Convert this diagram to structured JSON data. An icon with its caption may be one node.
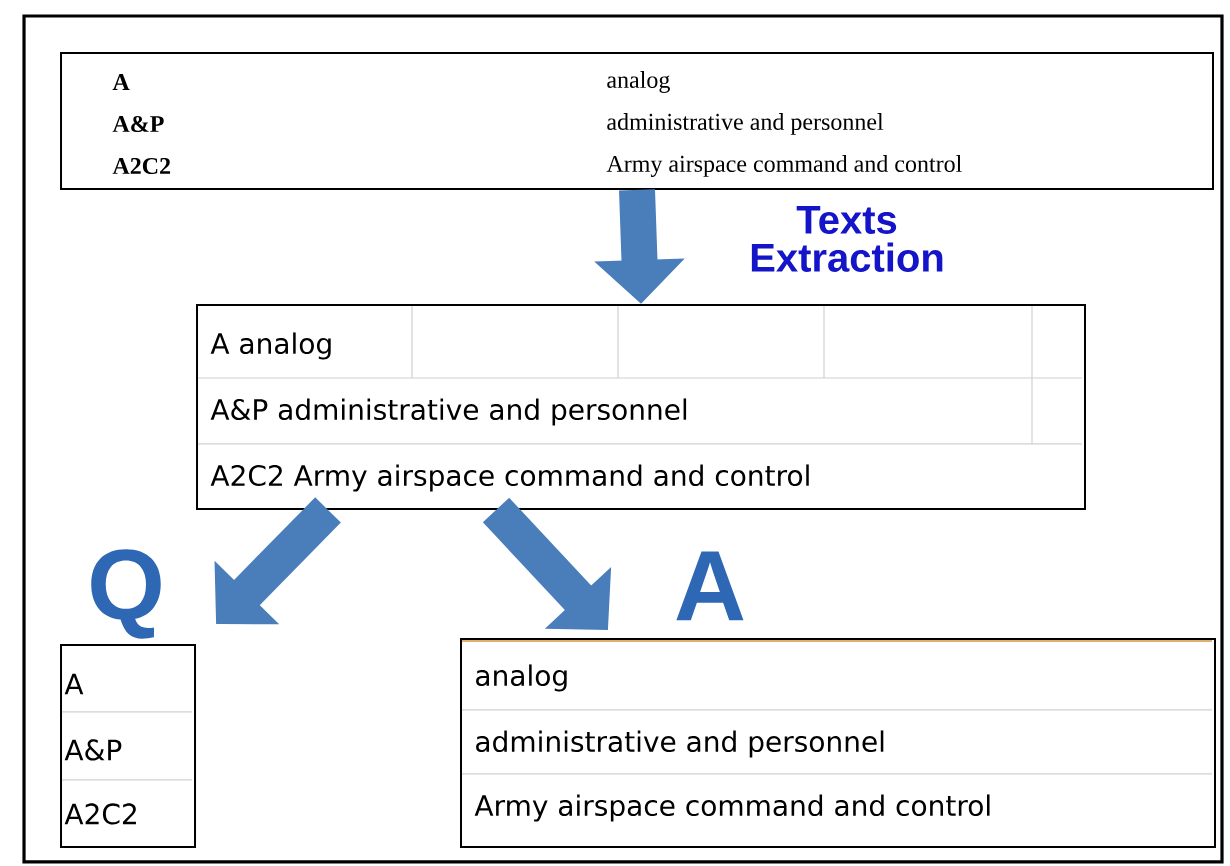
{
  "diagram": {
    "nodes": [
      {
        "text": [
          "A",
          "analog",
          "A&P",
          "administrative and personnel",
          "A2C2",
          "Army airspace command and control"
        ]
      },
      {
        "text": [
          "A analog",
          "A&P administrative and personnel",
          "A2C2 Army airspace command and control"
        ]
      },
      {
        "text": [
          "A",
          "A&P",
          "A2C2"
        ],
        "beside": [
          "Q"
        ]
      },
      {
        "text": [
          "analog",
          "administrative and personnel",
          "Army airspace command and control"
        ],
        "beside": [
          "A"
        ]
      }
    ],
    "edges": [
      {
        "from": 0,
        "to": 1,
        "arrow": "to",
        "label": "Texts Extraction"
      },
      {
        "from": 1,
        "to": 2,
        "arrow": "to"
      },
      {
        "from": 1,
        "to": 3,
        "arrow": "to"
      }
    ]
  }
}
